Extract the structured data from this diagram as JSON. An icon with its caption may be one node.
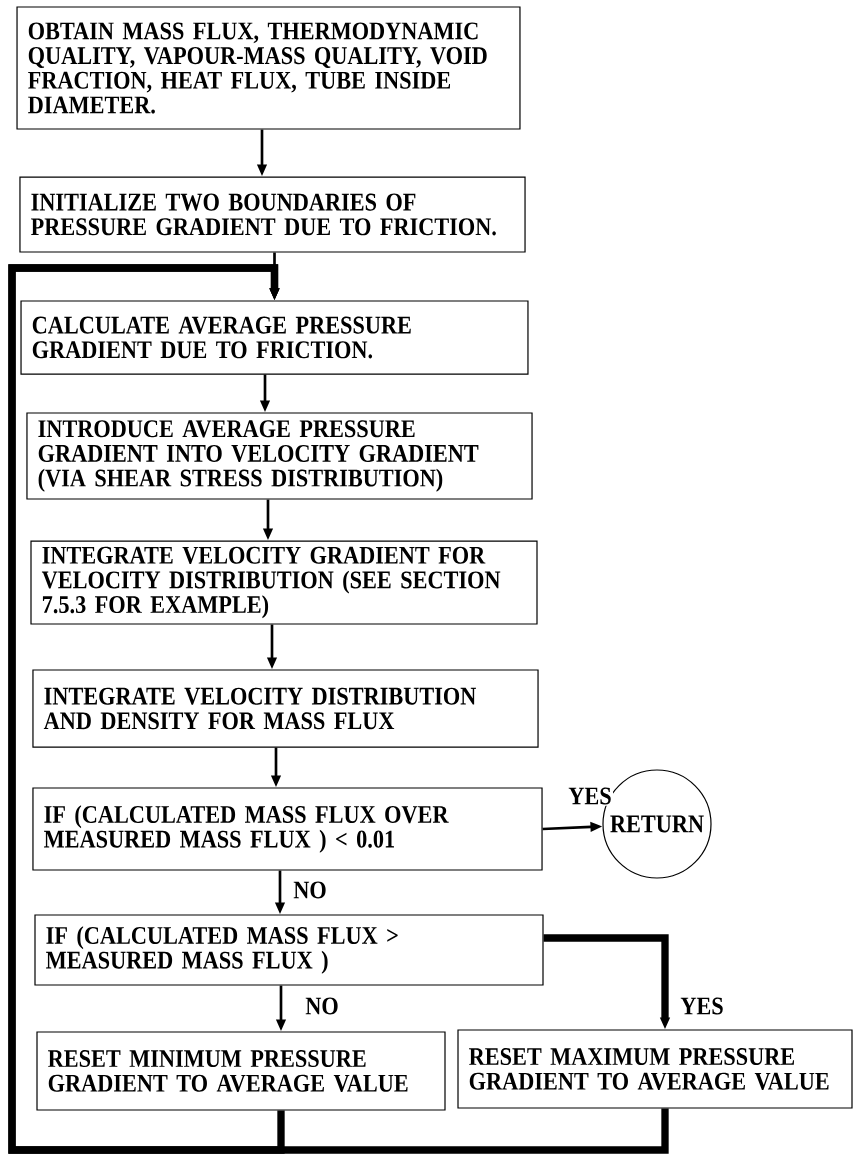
{
  "diagram": {
    "nodes": [
      {
        "text": [
          "OBTAIN MASS FLUX, THERMODYNAMIC QUALITY, VAPOUR-MASS QUALITY, VOID FRACTION, HEAT FLUX, TUBE INSIDE DIAMETER."
        ]
      },
      {
        "text": [
          "INITIALIZE TWO BOUNDARIES OF PRESSURE GRADIENT DUE TO FRICTION."
        ]
      },
      {
        "text": [
          "CALCULATE AVERAGE PRESSURE GRADIENT DUE TO FRICTION."
        ]
      },
      {
        "text": [
          "INTRODUCE AVERAGE PRESSURE GRADIENT INTO VELOCITY GRADIENT (VIA SHEAR STRESS DISTRIBUTION)"
        ]
      },
      {
        "text": [
          "INTEGRATE VELOCITY GRADIENT FOR VELOCITY DISTRIBUTION (SEE SECTION 7.5.3 FOR EXAMPLE)"
        ]
      },
      {
        "text": [
          "INTEGRATE VELOCITY DISTRIBUTION AND DENSITY FOR MASS FLUX"
        ]
      },
      {
        "text": [
          "IF (CALCULATED MASS FLUX OVER MEASURED MASS FLUX ) < 0.01"
        ]
      },
      {
        "text": [
          "RETURN"
        ]
      },
      {
        "text": [
          "IF (CALCULATED MASS FLUX > MEASURED MASS FLUX )"
        ]
      },
      {
        "text": [
          "RESET MINIMUM PRESSURE GRADIENT TO AVERAGE VALUE"
        ]
      },
      {
        "text": [
          "RESET MAXIMUM PRESSURE GRADIENT TO AVERAGE VALUE"
        ]
      }
    ],
    "edges": [
      {
        "from": 0,
        "to": 1,
        "arrow": "to"
      },
      {
        "from": 1,
        "to": 2,
        "arrow": "to"
      },
      {
        "from": 2,
        "to": 3,
        "arrow": "to"
      },
      {
        "from": 3,
        "to": 4,
        "arrow": "to"
      },
      {
        "from": 4,
        "to": 5,
        "arrow": "to"
      },
      {
        "from": 5,
        "to": 6,
        "arrow": "to"
      },
      {
        "from": 6,
        "to": 7,
        "arrow": "to",
        "label": "YES"
      },
      {
        "from": 6,
        "to": 8,
        "arrow": "to",
        "label": "NO"
      },
      {
        "from": 8,
        "to": 9,
        "arrow": "to",
        "label": "NO"
      },
      {
        "from": 8,
        "to": 10,
        "arrow": "to",
        "label": "YES",
        "style": "thick"
      },
      {
        "from": 9,
        "to": 2,
        "arrow": "to",
        "style": "thick"
      },
      {
        "from": 10,
        "to": 2,
        "arrow": "to",
        "style": "thick"
      }
    ]
  }
}
